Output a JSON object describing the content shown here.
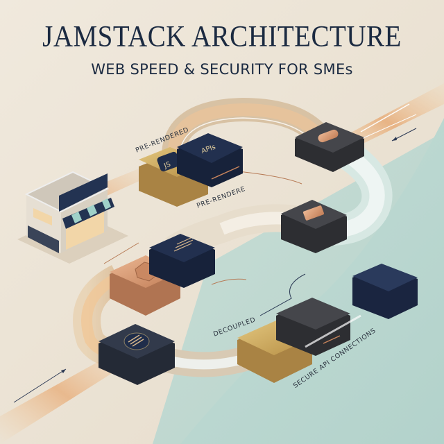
{
  "header": {
    "title": "JAMSTACK ARCHITECTURE",
    "subtitle": "WEB SPEED & SECURITY FOR SMEs"
  },
  "labels": {
    "pre_rendered_top": "PRE-RENDERED",
    "pre_rendered_mid": "PRE-RENDERE",
    "decoupled": "DECOUPLED",
    "secure_api": "SECURE API CONNECTIONS"
  },
  "blocks": {
    "js_block": {
      "label": "JS",
      "color": "#c9a75e"
    },
    "apis_block": {
      "label": "APIs",
      "color": "#1f2d4a"
    },
    "copper_connector_top": {
      "color": "#3a3b3f"
    },
    "copper_connector_right": {
      "color": "#3a3b3f"
    },
    "hexagon_block": {
      "color": "#d9a27c"
    },
    "menu_block": {
      "color": "#1f2d4a"
    },
    "circle_menu_block": {
      "color": "#2c3444"
    },
    "gold_block": {
      "color": "#c9a75e"
    },
    "dark_block": {
      "color": "#3a3b3f"
    },
    "navy_cube": {
      "color": "#253452"
    }
  },
  "colors": {
    "background_cream": "#ece4d6",
    "background_mint": "#b9d6cf",
    "navy": "#1b2a41",
    "copper": "#c8845c",
    "gold": "#c9a75e"
  },
  "icons": {
    "storefront": "storefront-icon"
  }
}
